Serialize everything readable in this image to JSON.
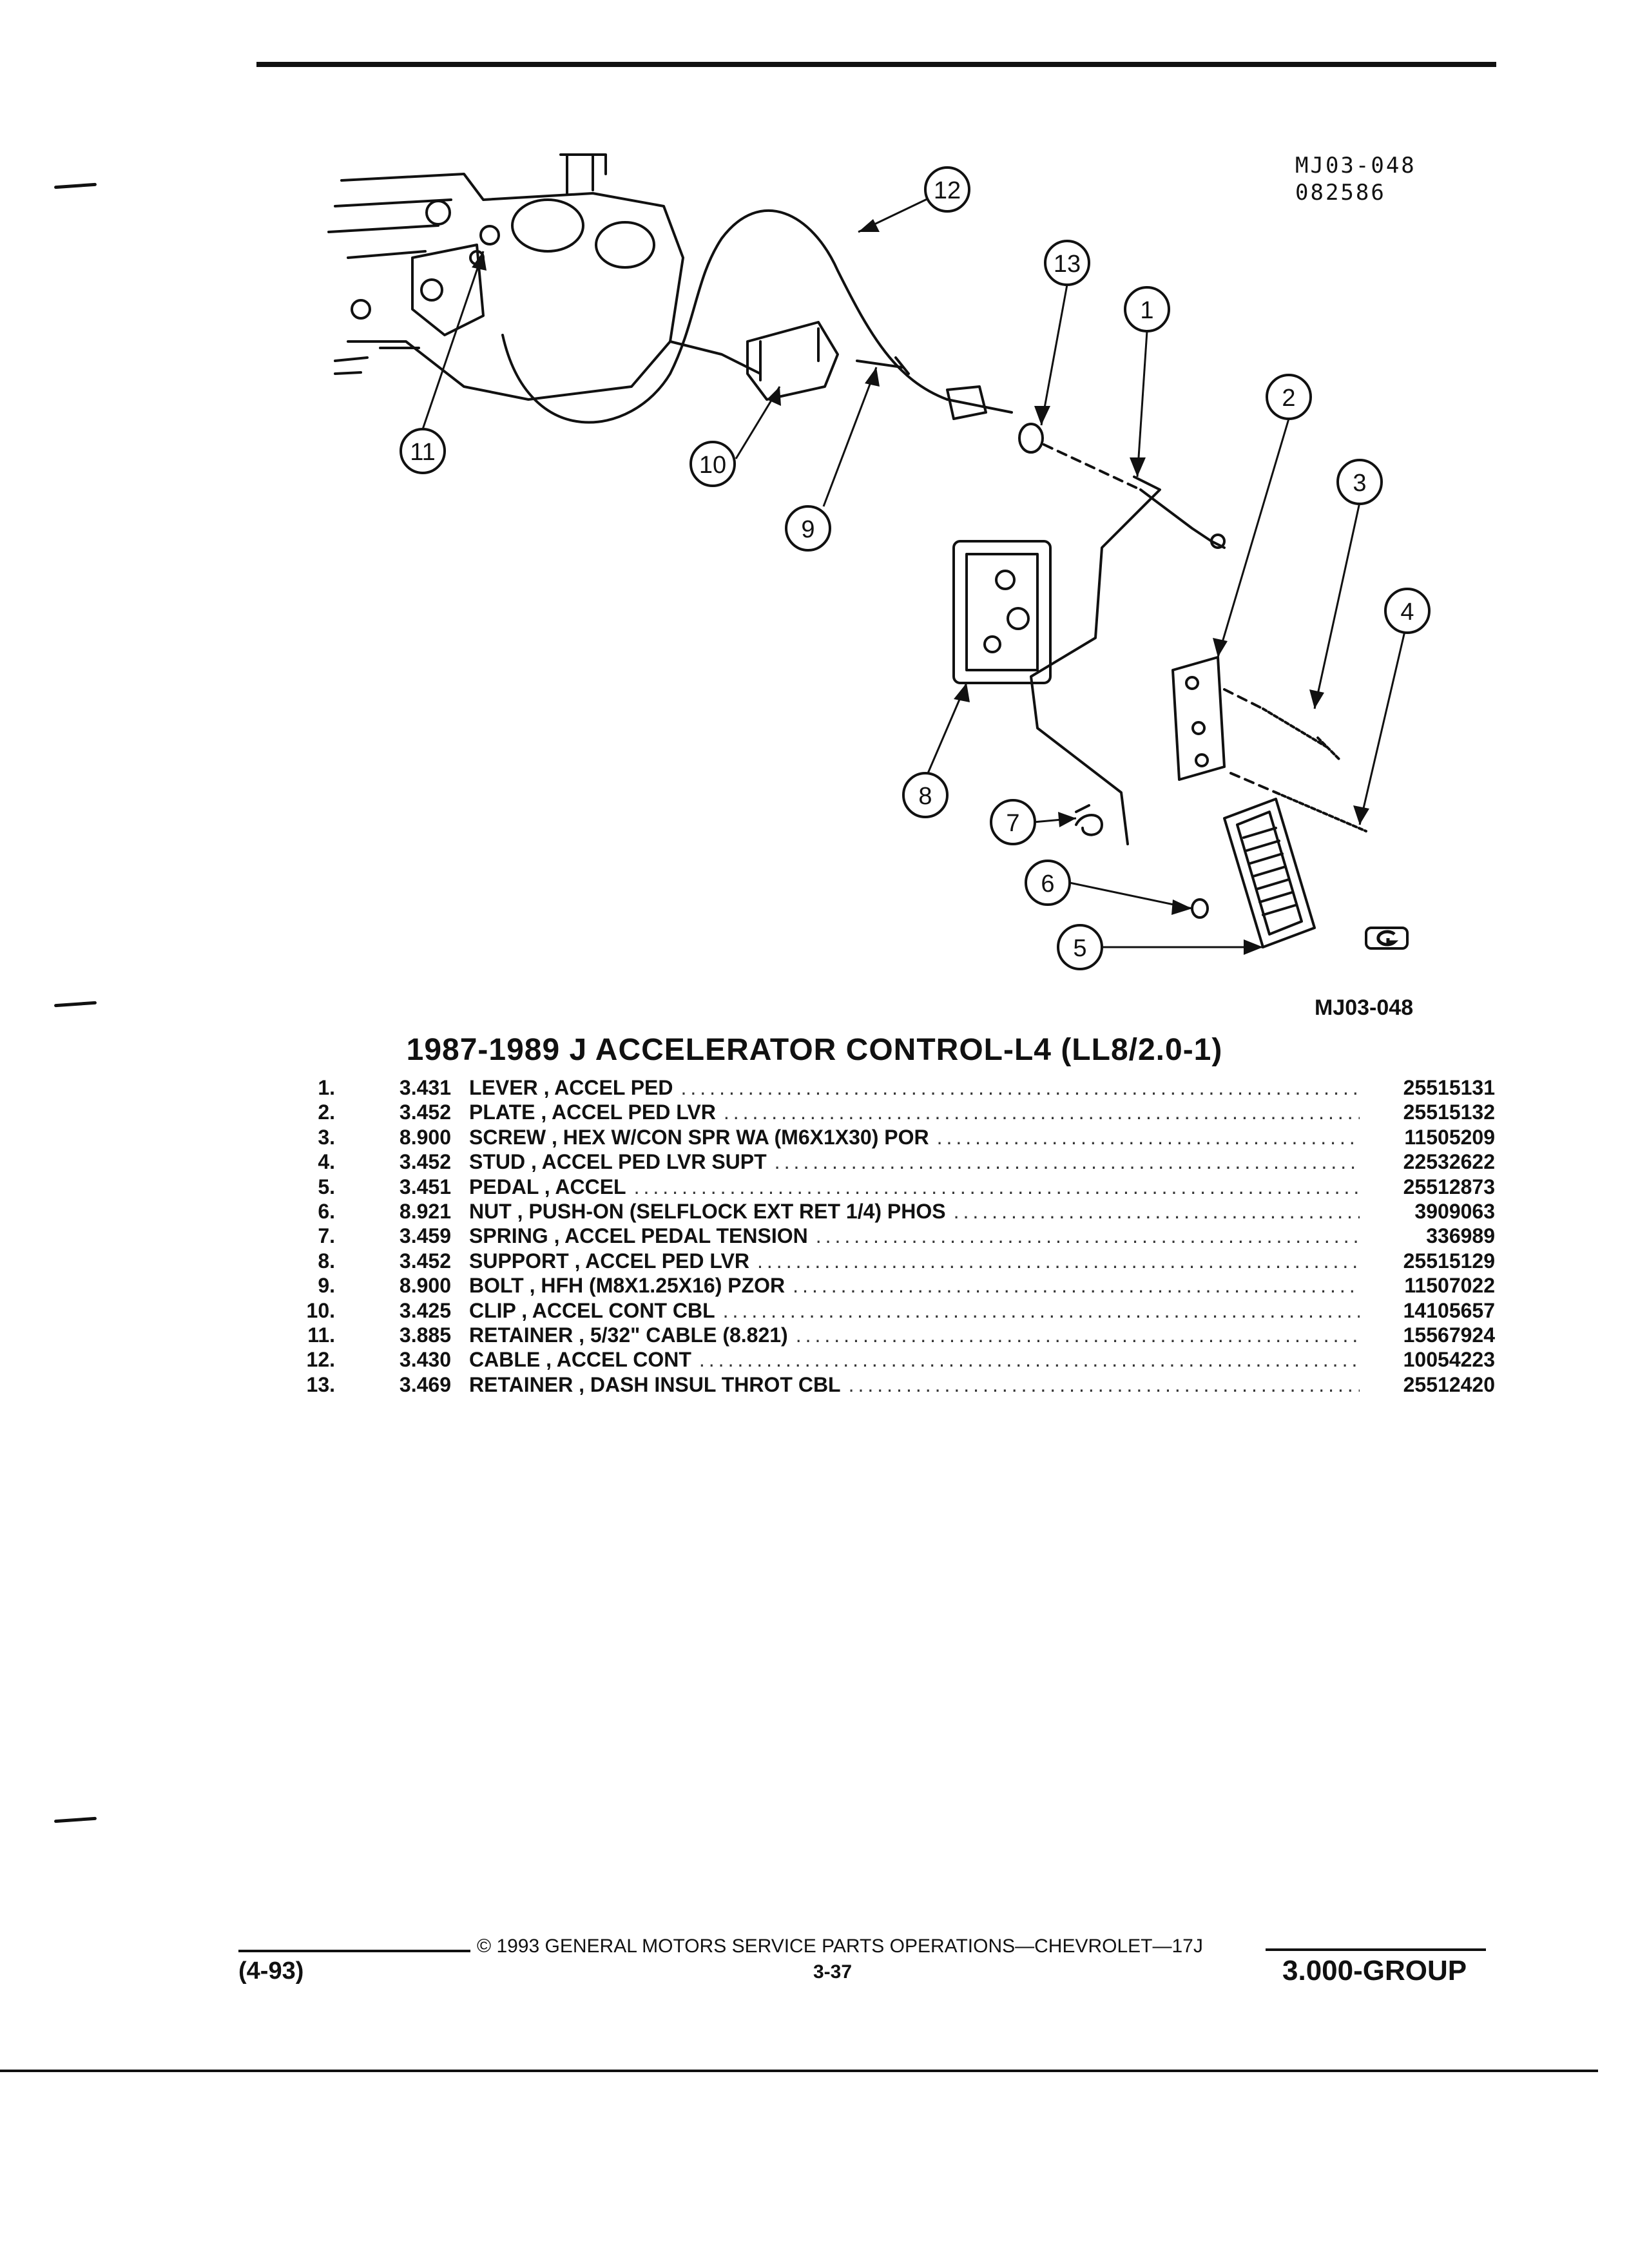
{
  "diagram": {
    "figure_code_top": "MJ03-048",
    "figure_date": "082586",
    "figure_code_bottom": "MJ03-048",
    "callouts": [
      "1",
      "2",
      "3",
      "4",
      "5",
      "6",
      "7",
      "8",
      "9",
      "10",
      "11",
      "12",
      "13"
    ],
    "logo": "GM Service Parts logo"
  },
  "title": "1987-1989 J ACCELERATOR CONTROL-L4 (LL8/2.0-1)",
  "parts": [
    {
      "item": "1.",
      "group": "3.431",
      "desc": "LEVER , ACCEL PED",
      "part": "25515131"
    },
    {
      "item": "2.",
      "group": "3.452",
      "desc": "PLATE , ACCEL PED LVR",
      "part": "25515132"
    },
    {
      "item": "3.",
      "group": "8.900",
      "desc": "SCREW , HEX W/CON SPR WA (M6X1X30) POR",
      "part": "11505209"
    },
    {
      "item": "4.",
      "group": "3.452",
      "desc": "STUD , ACCEL PED LVR SUPT",
      "part": "22532622"
    },
    {
      "item": "5.",
      "group": "3.451",
      "desc": "PEDAL , ACCEL",
      "part": "25512873"
    },
    {
      "item": "6.",
      "group": "8.921",
      "desc": "NUT , PUSH-ON (SELFLOCK EXT RET 1/4) PHOS",
      "part": "3909063"
    },
    {
      "item": "7.",
      "group": "3.459",
      "desc": "SPRING , ACCEL PEDAL TENSION",
      "part": "336989"
    },
    {
      "item": "8.",
      "group": "3.452",
      "desc": "SUPPORT , ACCEL PED LVR",
      "part": "25515129"
    },
    {
      "item": "9.",
      "group": "8.900",
      "desc": "BOLT , HFH (M8X1.25X16) PZOR",
      "part": "11507022"
    },
    {
      "item": "10.",
      "group": "3.425",
      "desc": "CLIP , ACCEL CONT CBL",
      "part": "14105657"
    },
    {
      "item": "11.",
      "group": "3.885",
      "desc": "RETAINER , 5/32\" CABLE (8.821)",
      "part": "15567924"
    },
    {
      "item": "12.",
      "group": "3.430",
      "desc": "CABLE , ACCEL CONT",
      "part": "10054223"
    },
    {
      "item": "13.",
      "group": "3.469",
      "desc": "RETAINER , DASH INSUL THROT CBL",
      "part": "25512420"
    }
  ],
  "footer": {
    "copyright": "© 1993 GENERAL MOTORS SERVICE PARTS OPERATIONS—CHEVROLET—17J",
    "page": "3-37",
    "date": "(4-93)",
    "group": "3.000-GROUP"
  }
}
